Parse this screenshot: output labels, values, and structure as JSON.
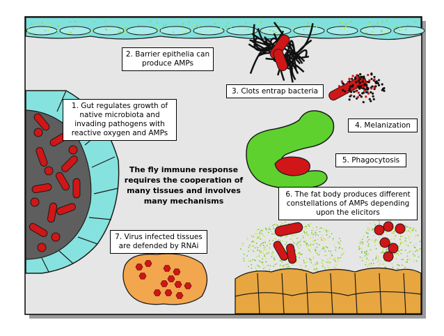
{
  "colors": {
    "background": "#e6e6e6",
    "epithelium": "#8fe3e0",
    "gut_lumen": "#5e5e5e",
    "bacteria": "#d01616",
    "hemocyte": "#5ed12f",
    "fat_body": "#e7a640",
    "virus_tissue": "#f2a64d",
    "border": "#000000"
  },
  "center_text": {
    "line1": "The fly immune response",
    "line2": "requires the cooperation of",
    "line3": "many tissues and involves",
    "line4": "many mechanisms"
  },
  "labels": {
    "gut": {
      "line1": "1. Gut regulates growth of",
      "line2": "native microbiota and",
      "line3": "invading pathogens with",
      "line4": "reactive oxygen and AMPs"
    },
    "barrier": {
      "line1": "2. Barrier epithelia can",
      "line2": "produce AMPs"
    },
    "clots": {
      "line1": "3. Clots entrap bacteria"
    },
    "melanization": {
      "line1": "4. Melanization"
    },
    "phagocytosis": {
      "line1": "5. Phagocytosis"
    },
    "fat_body": {
      "line1": "6. The fat body produces different",
      "line2": "constellations of AMPs depending",
      "line3": "upon the elicitors"
    },
    "virus": {
      "line1": "7. Virus infected tissues",
      "line2": "are defended by RNAi"
    }
  }
}
